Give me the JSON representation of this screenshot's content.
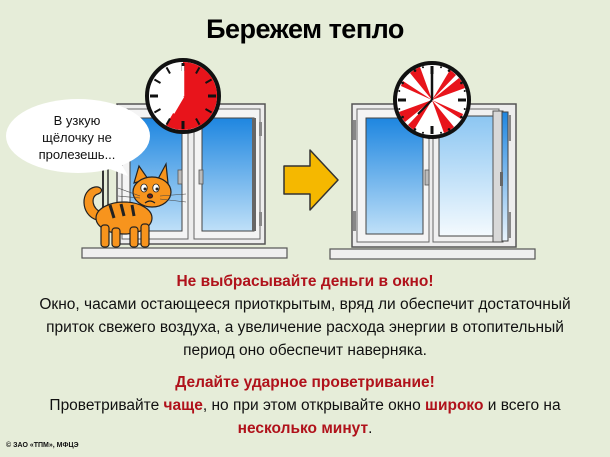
{
  "title": "Бережем тепло",
  "illustration": {
    "speech_bubble": {
      "lines": [
        "В узкую",
        "щёлочку не",
        "пролезешь..."
      ]
    },
    "left_scene": {
      "description": "window slightly ajar for hours, cat cannot squeeze through",
      "clock": {
        "red_sector_from_hour": 0,
        "red_sector_to_hour": 7
      }
    },
    "arrow": {
      "icon": "arrow-right-icon",
      "color": "#F5B800"
    },
    "right_scene": {
      "description": "window opened wide for short airing",
      "clock": {
        "red_wedges": 4
      }
    },
    "colors": {
      "background": "#E6EDD9",
      "accent_red": "#B0121B",
      "clock_red": "#E8141B",
      "glass_blue": "#2E93E6",
      "frame": "#F2F2F2",
      "cat_orange": "#F7941D"
    }
  },
  "section1": {
    "heading": "Не выбрасывайте деньги в окно!",
    "lines": [
      "Окно, часами остающееся приоткрытым, вряд ли обеспечит достаточный",
      "приток свежего воздуха, а увеличение расхода энергии в отопительный",
      "период оно обеспечит наверняка."
    ]
  },
  "section2": {
    "heading": "Делайте ударное проветривание!",
    "line1": {
      "part1": "Проветривайте ",
      "hl1": "чаще",
      "part2": ", но при этом открывайте окно ",
      "hl2": "широко",
      "part3": " и всего на"
    },
    "line2": {
      "hl": "несколько минут",
      "end": "."
    }
  },
  "footer": "© ЗАО «ТПМ», МФЦЭ"
}
